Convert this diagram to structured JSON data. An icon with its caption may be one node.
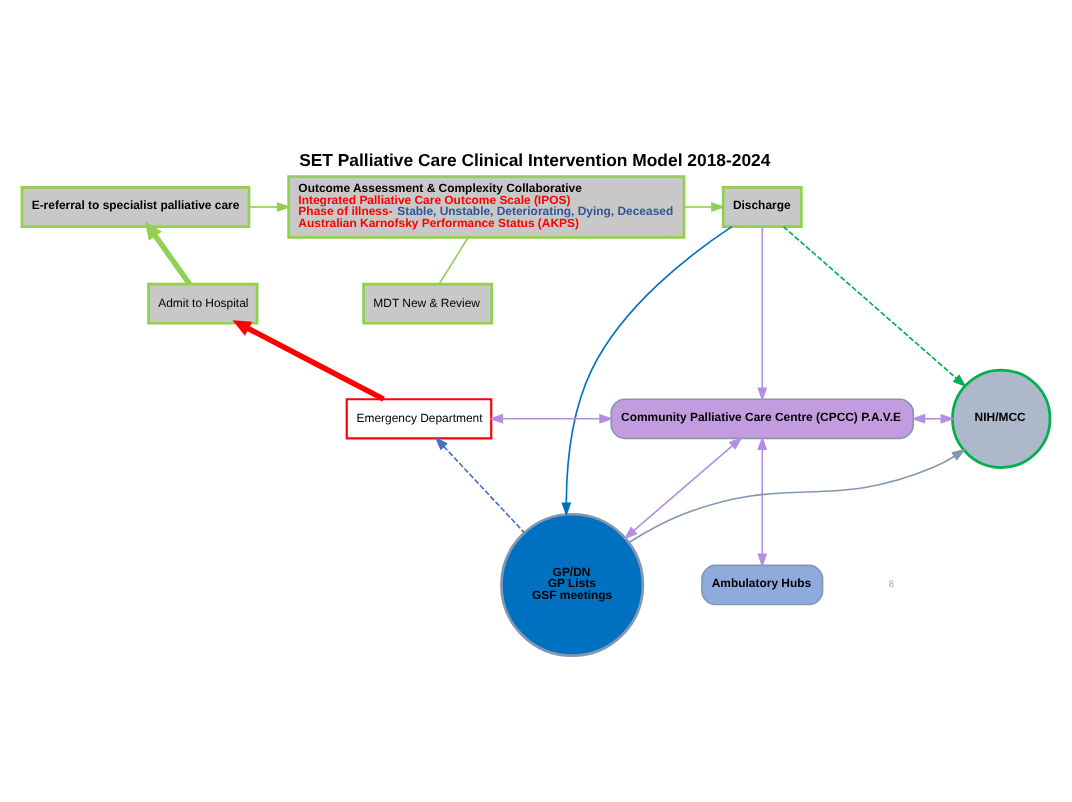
{
  "diagram": {
    "title": "SET Palliative Care Clinical Intervention Model 2018-2024",
    "nodes": [
      {
        "text": [
          "E-referral to specialist palliative care"
        ]
      },
      {
        "text": [
          "Outcome Assessment & Complexity Collaborative",
          "Integrated Palliative Care Outcome Scale (IPOS)",
          "Phase of illness-",
          "Stable, Unstable, Deteriorating, Dying, Deceased",
          "Australian Karnofsky Performance Status (AKPS)"
        ]
      },
      {
        "text": [
          "Discharge"
        ]
      },
      {
        "text": [
          "MDT New & Review"
        ]
      },
      {
        "text": [
          "Admit to Hospital"
        ]
      },
      {
        "text": [
          "Emergency Department"
        ]
      },
      {
        "text": [
          "Community Palliative Care Centre (CPCC) P.A.V.E"
        ]
      },
      {
        "text": [
          "NIH/MCC"
        ]
      },
      {
        "text": [
          "Ambulatory Hubs"
        ]
      },
      {
        "text": [
          "GP/DN",
          "GP Lists",
          "GSF meetings"
        ]
      }
    ],
    "edges": [
      {
        "from": 4,
        "to": 0,
        "arrow": "to",
        "style": "thick",
        "color": "#92d050"
      },
      {
        "from": 0,
        "to": 1,
        "arrow": "to",
        "color": "#92d050"
      },
      {
        "from": 1,
        "to": 2,
        "arrow": "to",
        "color": "#92d050"
      },
      {
        "from": 1,
        "to": 3,
        "arrow": "none",
        "color": "#92d050"
      },
      {
        "from": 5,
        "to": 4,
        "arrow": "to",
        "style": "thick",
        "color": "#ff0000"
      },
      {
        "from": 2,
        "to": 6,
        "arrow": "to"
      },
      {
        "from": 2,
        "to": 9,
        "arrow": "to",
        "color": "#0070c0"
      },
      {
        "from": 2,
        "to": 7,
        "arrow": "to",
        "style": "dashed",
        "color": "#00b050"
      },
      {
        "from": 5,
        "to": 6,
        "arrow": "both"
      },
      {
        "from": 6,
        "to": 7,
        "arrow": "both"
      },
      {
        "from": 8,
        "to": 6,
        "arrow": "both"
      },
      {
        "from": 6,
        "to": 9,
        "arrow": "both"
      },
      {
        "from": 9,
        "to": 5,
        "arrow": "to",
        "style": "dashed",
        "color": "#4472c4"
      },
      {
        "from": 9,
        "to": 7,
        "arrow": "to",
        "color": "#8497b0"
      }
    ],
    "labels": [
      "8"
    ]
  }
}
